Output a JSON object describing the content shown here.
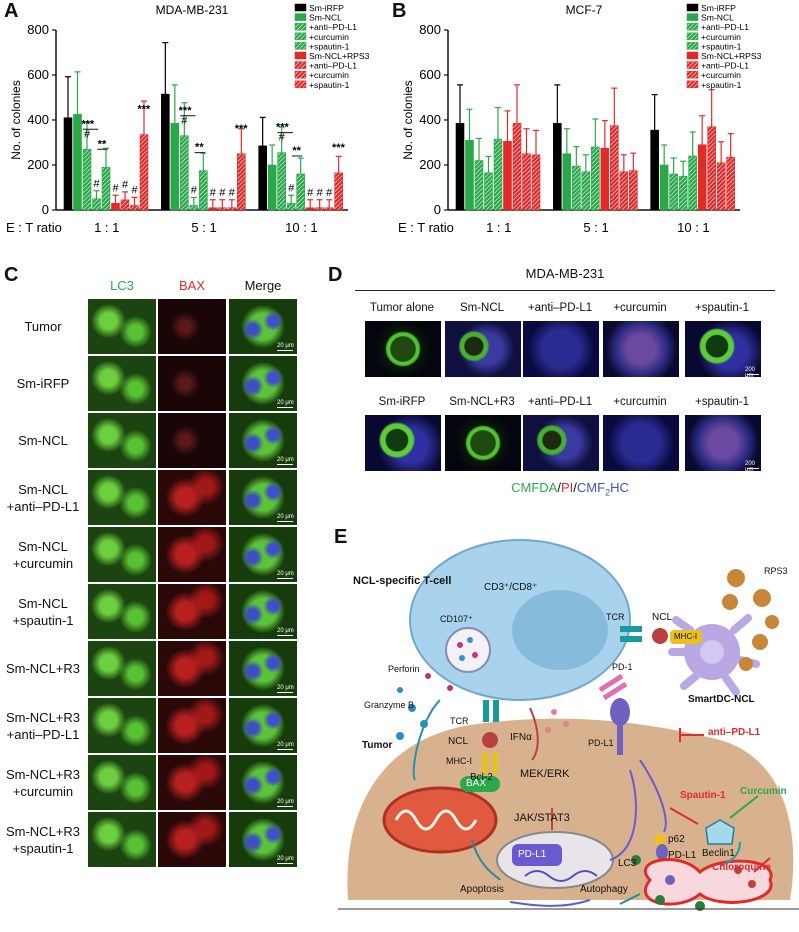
{
  "panels": {
    "a": "A",
    "b": "B",
    "c": "C",
    "d": "D",
    "e": "E"
  },
  "chart_data": [
    {
      "type": "bar",
      "title": "MDA-MB-231",
      "ylabel": "No. of colonies",
      "xlabel": "E : T ratio",
      "categories": [
        "1 : 1",
        "5 : 1",
        "10 : 1"
      ],
      "ylim": [
        0,
        800
      ],
      "yticks": [
        "0",
        "200",
        "400",
        "600",
        "800"
      ],
      "series": [
        {
          "name": "Sm-iRFP",
          "color": "#000000",
          "pattern": "solid",
          "values": [
            410,
            515,
            285
          ]
        },
        {
          "name": "Sm-NCL",
          "color": "#2aa84a",
          "pattern": "solid",
          "values": [
            425,
            385,
            200
          ]
        },
        {
          "name": "+anti–PD-L1",
          "color": "#2aa84a",
          "pattern": "hatch",
          "values": [
            270,
            330,
            255
          ]
        },
        {
          "name": "+curcumin",
          "color": "#2aa84a",
          "pattern": "hatch",
          "values": [
            50,
            20,
            30
          ]
        },
        {
          "name": "+spautin-1",
          "color": "#2aa84a",
          "pattern": "hatch",
          "values": [
            190,
            175,
            160
          ]
        },
        {
          "name": "Sm-NCL+RPS3",
          "color": "#e02b2b",
          "pattern": "solid",
          "values": [
            30,
            10,
            10
          ]
        },
        {
          "name": "+anti–PD-L1",
          "color": "#e02b2b",
          "pattern": "hatch",
          "values": [
            45,
            10,
            10
          ]
        },
        {
          "name": "+curcumin",
          "color": "#e02b2b",
          "pattern": "hatch",
          "values": [
            20,
            10,
            10
          ]
        },
        {
          "name": "+spautin-1",
          "color": "#e02b2b",
          "pattern": "hatch",
          "values": [
            335,
            250,
            165
          ]
        }
      ],
      "annotations": [
        "***",
        "**",
        "#",
        "***",
        "**",
        "#",
        "***",
        "**",
        "#"
      ]
    },
    {
      "type": "bar",
      "title": "MCF-7",
      "ylabel": "No. of colonies",
      "xlabel": "E : T ratio",
      "categories": [
        "1 : 1",
        "5 : 1",
        "10 : 1"
      ],
      "ylim": [
        0,
        800
      ],
      "yticks": [
        "0",
        "200",
        "400",
        "600",
        "800"
      ],
      "series": [
        {
          "name": "Sm-iRFP",
          "color": "#000000",
          "pattern": "solid",
          "values": [
            385,
            385,
            355
          ]
        },
        {
          "name": "Sm-NCL",
          "color": "#2aa84a",
          "pattern": "solid",
          "values": [
            310,
            250,
            200
          ]
        },
        {
          "name": "+anti–PD-L1",
          "color": "#2aa84a",
          "pattern": "hatch",
          "values": [
            220,
            195,
            160
          ]
        },
        {
          "name": "+curcumin",
          "color": "#2aa84a",
          "pattern": "hatch",
          "values": [
            165,
            170,
            150
          ]
        },
        {
          "name": "+spautin-1",
          "color": "#2aa84a",
          "pattern": "hatch",
          "values": [
            315,
            280,
            240
          ]
        },
        {
          "name": "Sm-NCL+RPS3",
          "color": "#e02b2b",
          "pattern": "solid",
          "values": [
            305,
            275,
            290
          ]
        },
        {
          "name": "+anti–PD-L1",
          "color": "#e02b2b",
          "pattern": "hatch",
          "values": [
            385,
            375,
            370
          ]
        },
        {
          "name": "+curcumin",
          "color": "#e02b2b",
          "pattern": "hatch",
          "values": [
            250,
            170,
            210
          ]
        },
        {
          "name": "+spautin-1",
          "color": "#e02b2b",
          "pattern": "hatch",
          "values": [
            245,
            175,
            235
          ]
        }
      ]
    }
  ],
  "panel_c": {
    "headers": [
      {
        "text": "LC3",
        "color": "#2aa84a"
      },
      {
        "text": "BAX",
        "color": "#e02b2b"
      },
      {
        "text": "Merge",
        "color": "#111111"
      }
    ],
    "rows": [
      [
        "Tumor"
      ],
      [
        "Sm-iRFP"
      ],
      [
        "Sm-NCL"
      ],
      [
        "Sm-NCL",
        "+anti–PD-L1"
      ],
      [
        "Sm-NCL",
        "+curcumin"
      ],
      [
        "Sm-NCL",
        "+spautin-1"
      ],
      [
        "Sm-NCL+R3"
      ],
      [
        "Sm-NCL+R3",
        "+anti–PD-L1"
      ],
      [
        "Sm-NCL+R3",
        "+curcumin"
      ],
      [
        "Sm-NCL+R3",
        "+spautin-1"
      ]
    ],
    "scale": "20 μm"
  },
  "panel_d": {
    "title": "MDA-MB-231",
    "row1": [
      "Tumor alone",
      "Sm-NCL",
      "+anti–PD-L1",
      "+curcumin",
      "+spautin-1"
    ],
    "row2": [
      "Sm-iRFP",
      "Sm-NCL+R3",
      "+anti–PD-L1",
      "+curcumin",
      "+spautin-1"
    ],
    "scale": "200 μm",
    "stain": {
      "cmfda": "CMFDA",
      "sep1": "/",
      "pi": "PI",
      "sep2": "/",
      "cmf": "CMF",
      "sub": "2",
      "hc": "HC"
    }
  },
  "panel_e": {
    "tcell": "NCL-specific T-cell",
    "cd38": "CD3⁺/CD8⁺",
    "cd107": "CD107⁺",
    "tcr1": "TCR",
    "ncl1": "NCL",
    "mhc1": "MHC-I",
    "rps3": "RPS3",
    "smartdc": "SmartDC-NCL",
    "perforin": "Perforin",
    "granzyme": "Granzyme B",
    "tcr2": "TCR",
    "ncl2": "NCL",
    "mhc2": "MHC-I",
    "ifn": "IFNα",
    "pd1": "PD-1",
    "pdl1": "PD-L1",
    "anti": "anti–PD-L1",
    "tumor": "Tumor",
    "bcl2": "Bcl-2",
    "bax": "BAX",
    "mek": "MEK/ERK",
    "jak": "JAK/STAT3",
    "pdl1gene": "PD-L1",
    "spautin": "Spautin-1",
    "curcumin": "Curcumin",
    "beclin": "Beclin1",
    "p62": "p62",
    "pdl1b": "PD-L1",
    "lc3": "LC3",
    "chloroquine": "Chloroquine",
    "apoptosis": "Apoptosis",
    "autophagy": "Autophagy"
  }
}
